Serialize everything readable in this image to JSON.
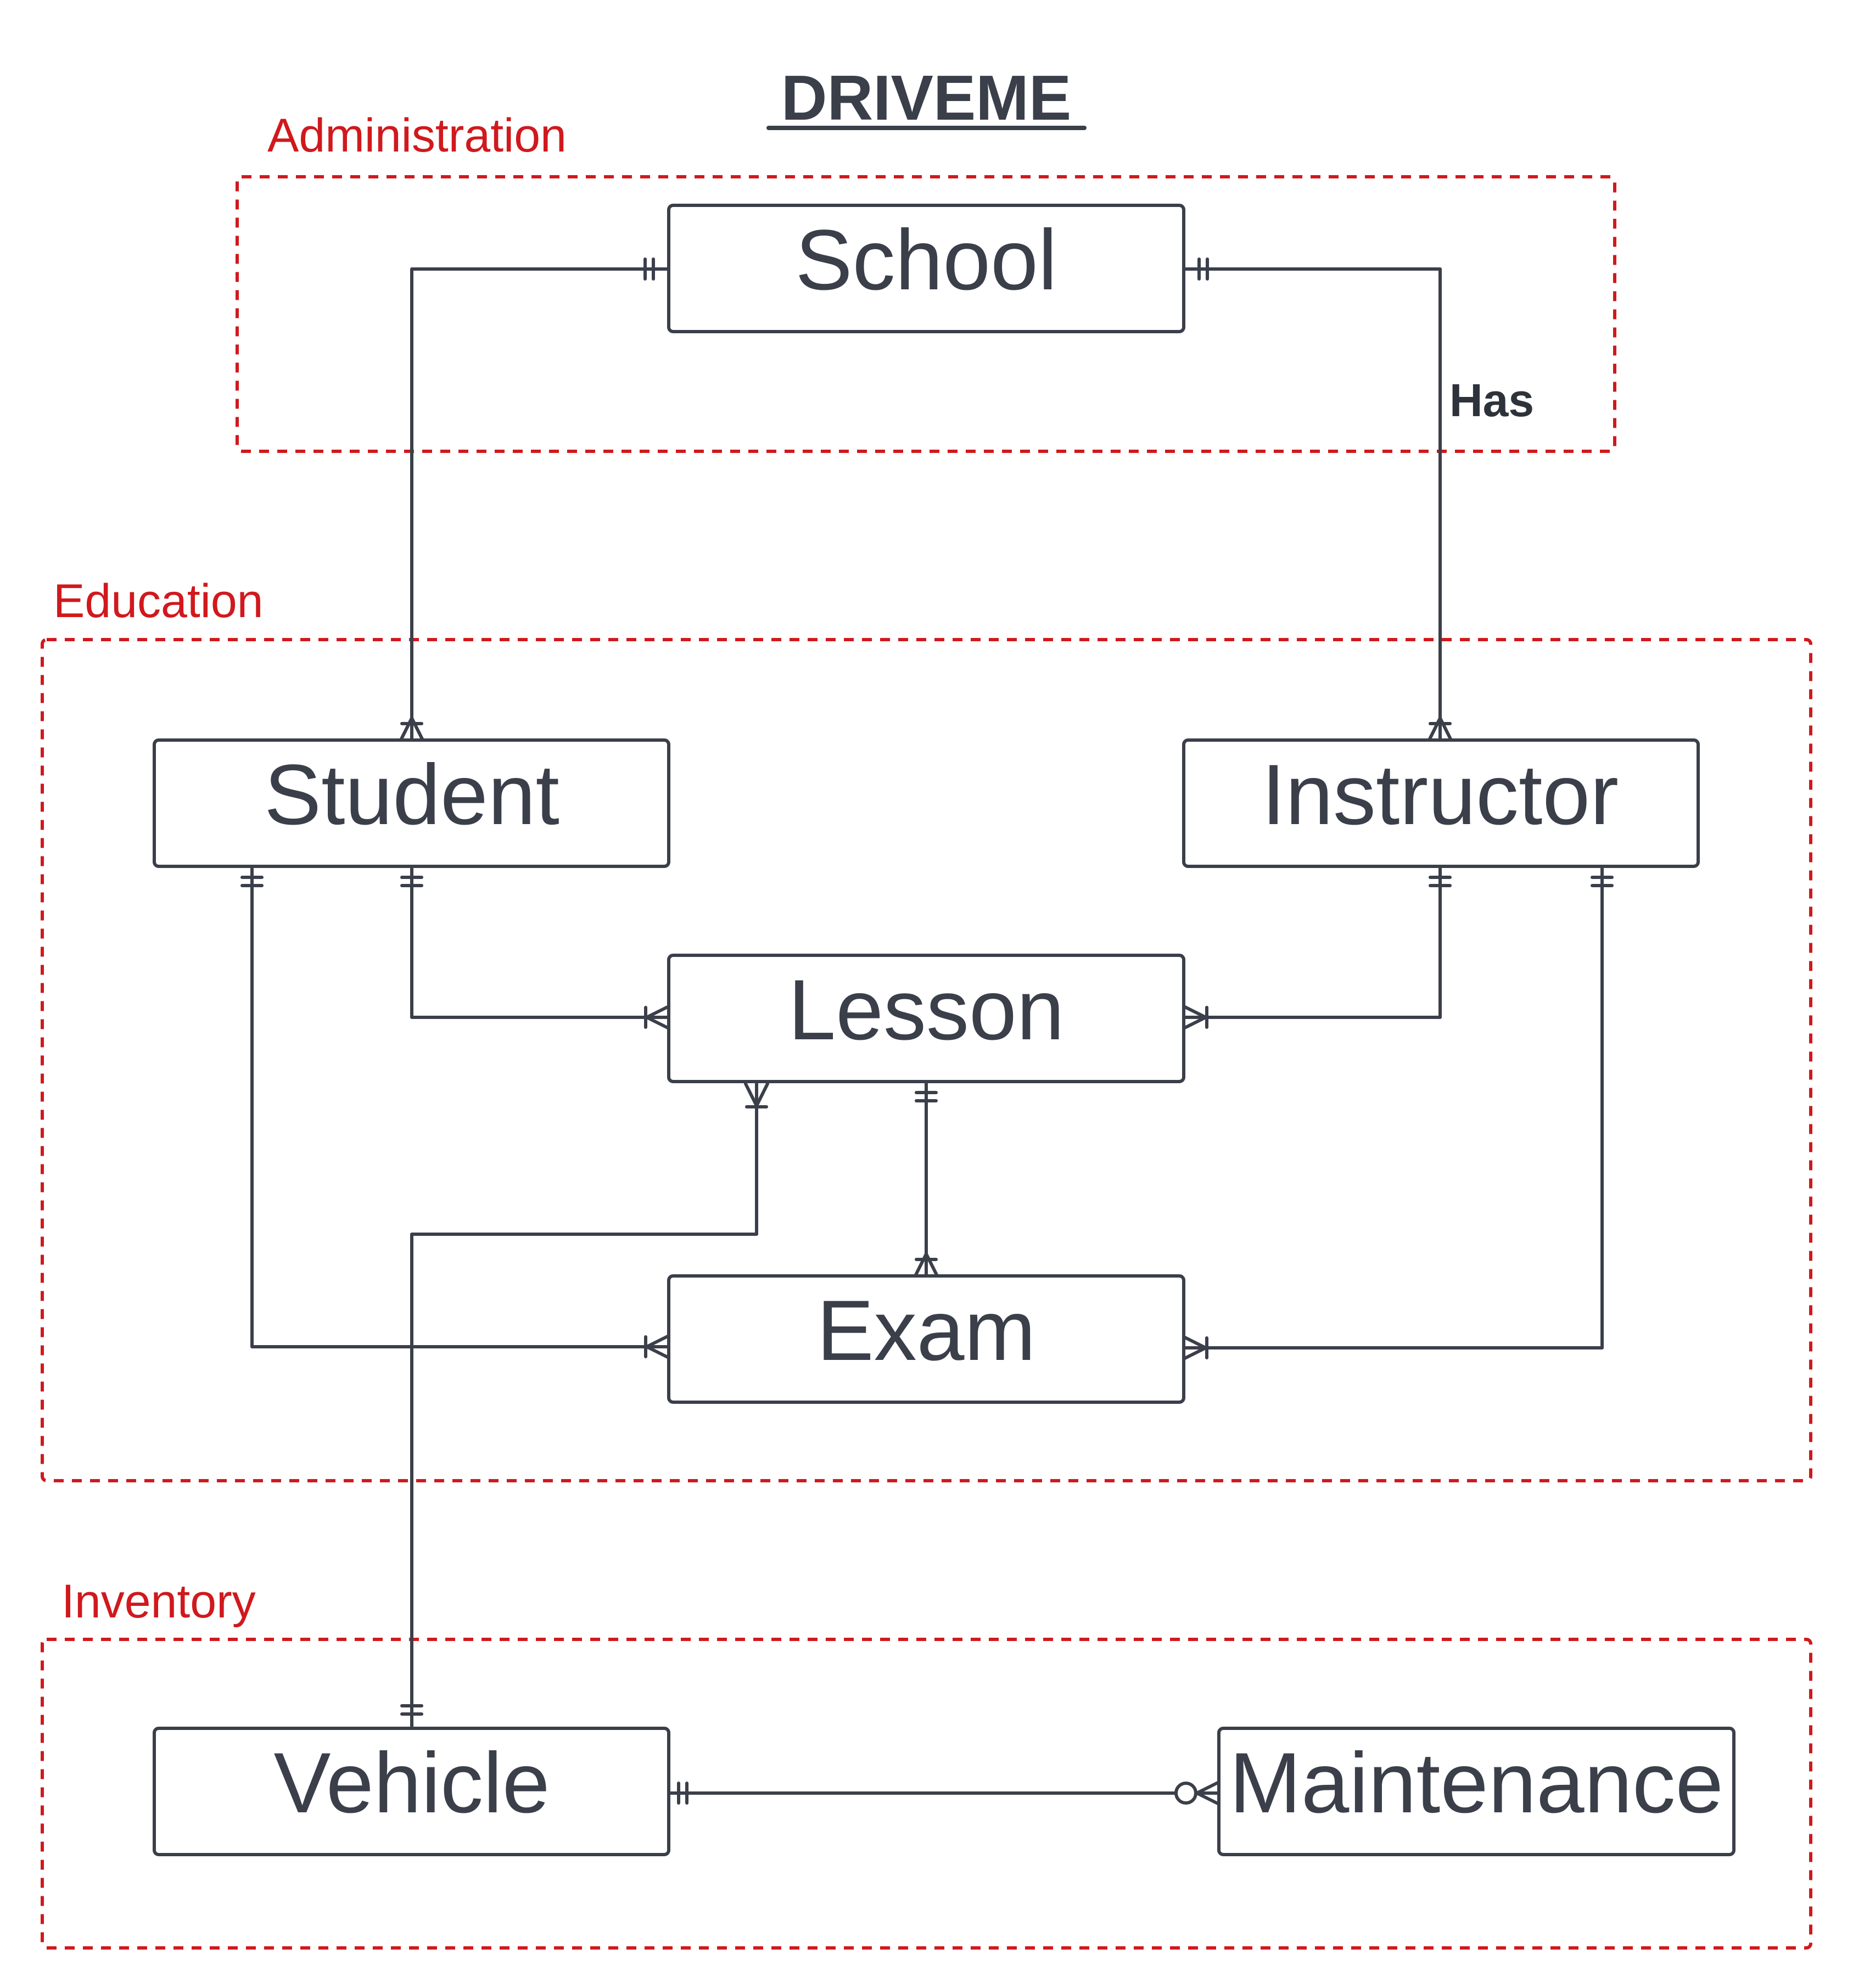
{
  "title": "DRIVEME",
  "colors": {
    "group": "#d0191d",
    "ink": "#3a3f4a"
  },
  "groups": {
    "administration": "Administration",
    "education": "Education",
    "inventory": "Inventory"
  },
  "entities": {
    "school": "School",
    "student": "Student",
    "instructor": "Instructor",
    "lesson": "Lesson",
    "exam": "Exam",
    "vehicle": "Vehicle",
    "maintenance": "Maintenance"
  },
  "relationships": [
    {
      "from": "School",
      "to": "Student",
      "from_card": "one-and-only-one",
      "to_card": "one-or-many",
      "label": ""
    },
    {
      "from": "School",
      "to": "Instructor",
      "from_card": "one-and-only-one",
      "to_card": "one-or-many",
      "label": "Has"
    },
    {
      "from": "Student",
      "to": "Lesson",
      "from_card": "one-and-only-one",
      "to_card": "one-or-many",
      "label": ""
    },
    {
      "from": "Instructor",
      "to": "Lesson",
      "from_card": "one-and-only-one",
      "to_card": "one-or-many",
      "label": ""
    },
    {
      "from": "Student",
      "to": "Exam",
      "from_card": "one-and-only-one",
      "to_card": "one-or-many",
      "label": ""
    },
    {
      "from": "Instructor",
      "to": "Exam",
      "from_card": "one-and-only-one",
      "to_card": "one-or-many",
      "label": ""
    },
    {
      "from": "Lesson",
      "to": "Exam",
      "from_card": "one-and-only-one",
      "to_card": "one-or-many",
      "label": ""
    },
    {
      "from": "Vehicle",
      "to": "Lesson",
      "from_card": "one-and-only-one",
      "to_card": "one-or-many",
      "label": ""
    },
    {
      "from": "Vehicle",
      "to": "Maintenance",
      "from_card": "one-and-only-one",
      "to_card": "zero-or-many",
      "label": ""
    }
  ]
}
